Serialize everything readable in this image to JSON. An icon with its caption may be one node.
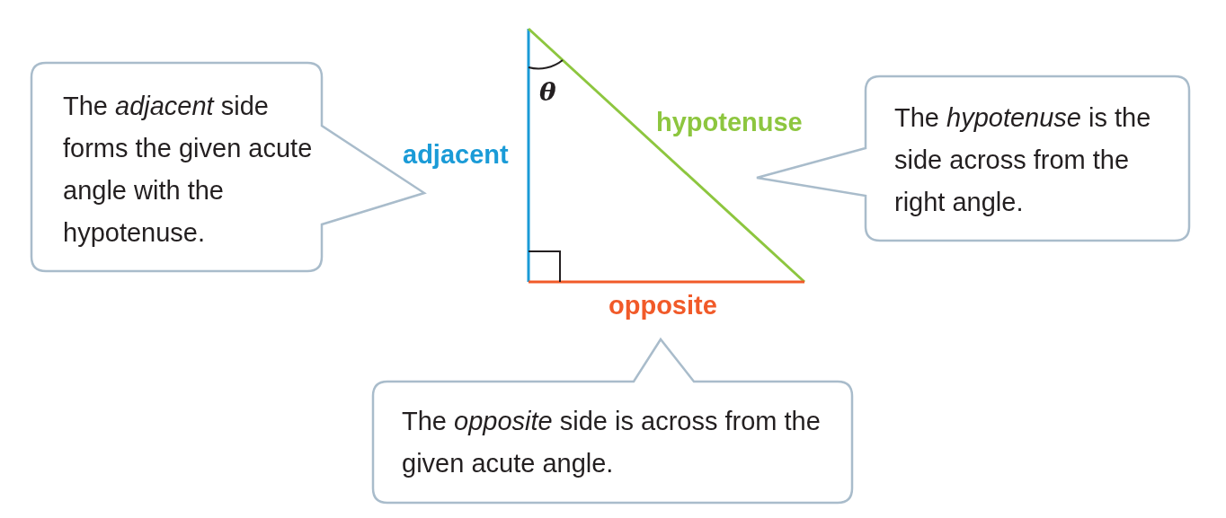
{
  "diagram": {
    "nodes": [
      {
        "text": [
          "The *adjacent* side forms the given acute angle with the hypotenuse."
        ]
      },
      {
        "text": [
          "The *hypotenuse* is the side across from the right angle."
        ]
      },
      {
        "text": [
          "The *opposite* side is across from the given acute angle."
        ]
      }
    ],
    "labels": [
      "θ",
      "hypotenuse",
      "adjacent",
      "opposite"
    ]
  }
}
